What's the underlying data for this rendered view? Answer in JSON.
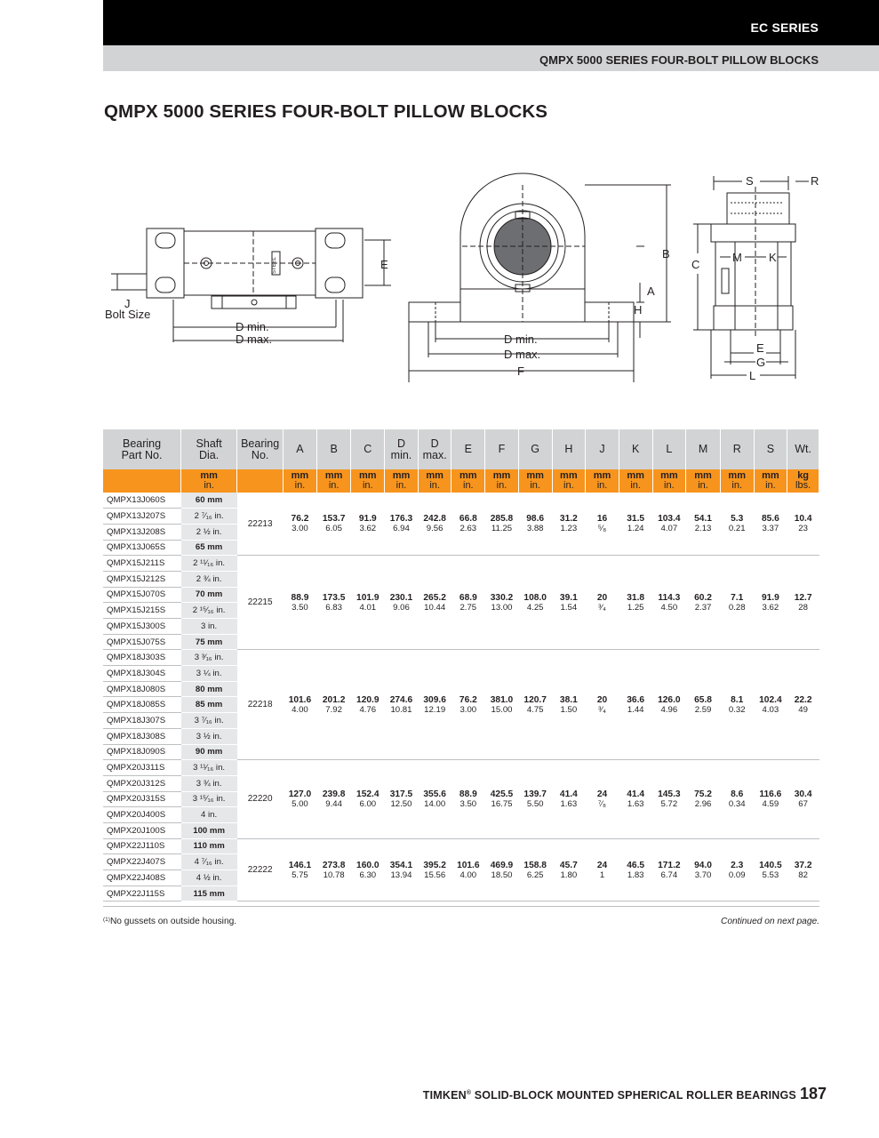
{
  "header": {
    "series_label": "EC SERIES",
    "sub_label": "QMPX 5000 SERIES FOUR-BOLT PILLOW BLOCKS"
  },
  "page_title": "QMPX 5000 SERIES FOUR-BOLT PILLOW BLOCKS",
  "drawing_labels": {
    "j": "J",
    "bolt_size": "Bolt Size",
    "d_min": "D min.",
    "d_max": "D max.",
    "e": "E",
    "steel": "STEEL",
    "b": "B",
    "a": "A",
    "h": "H",
    "f": "F",
    "s": "S",
    "r": "R",
    "c": "C",
    "m": "M",
    "k": "K",
    "g": "G",
    "l": "L"
  },
  "table": {
    "headers": [
      {
        "label": "Bearing Part No.",
        "lines": [
          "Bearing",
          "Part No."
        ]
      },
      {
        "label": "Shaft Dia.",
        "lines": [
          "Shaft",
          "Dia."
        ]
      },
      {
        "label": "Bearing No.",
        "lines": [
          "Bearing",
          "No."
        ]
      },
      {
        "label": "A",
        "lines": [
          "A"
        ]
      },
      {
        "label": "B",
        "lines": [
          "B"
        ]
      },
      {
        "label": "C",
        "lines": [
          "C"
        ]
      },
      {
        "label": "D min.",
        "lines": [
          "D",
          "min."
        ]
      },
      {
        "label": "D max.",
        "lines": [
          "D",
          "max."
        ]
      },
      {
        "label": "E",
        "lines": [
          "E"
        ]
      },
      {
        "label": "F",
        "lines": [
          "F"
        ]
      },
      {
        "label": "G",
        "lines": [
          "G"
        ]
      },
      {
        "label": "H",
        "lines": [
          "H"
        ]
      },
      {
        "label": "J",
        "lines": [
          "J"
        ]
      },
      {
        "label": "K",
        "lines": [
          "K"
        ]
      },
      {
        "label": "L",
        "lines": [
          "L"
        ]
      },
      {
        "label": "M",
        "lines": [
          "M"
        ]
      },
      {
        "label": "R",
        "lines": [
          "R"
        ]
      },
      {
        "label": "S",
        "lines": [
          "S"
        ]
      },
      {
        "label": "Wt.",
        "lines": [
          "Wt."
        ]
      }
    ],
    "units": [
      [
        "",
        ""
      ],
      [
        "mm",
        "in."
      ],
      [
        "",
        ""
      ],
      [
        "mm",
        "in."
      ],
      [
        "mm",
        "in."
      ],
      [
        "mm",
        "in."
      ],
      [
        "mm",
        "in."
      ],
      [
        "mm",
        "in."
      ],
      [
        "mm",
        "in."
      ],
      [
        "mm",
        "in."
      ],
      [
        "mm",
        "in."
      ],
      [
        "mm",
        "in."
      ],
      [
        "mm",
        "in."
      ],
      [
        "mm",
        "in."
      ],
      [
        "mm",
        "in."
      ],
      [
        "mm",
        "in."
      ],
      [
        "mm",
        "in."
      ],
      [
        "mm",
        "in."
      ],
      [
        "kg",
        "lbs."
      ]
    ],
    "groups": [
      {
        "bearing_no": "22213",
        "rows": [
          {
            "part": "QMPX13J060S",
            "shaft": "60 mm",
            "bold": true
          },
          {
            "part": "QMPX13J207S",
            "shaft": "2 ⁷⁄₁₆ in.",
            "bold": false
          },
          {
            "part": "QMPX13J208S",
            "shaft": "2 ½ in.",
            "bold": false
          },
          {
            "part": "QMPX13J065S",
            "shaft": "65 mm",
            "bold": true
          }
        ],
        "dims": [
          [
            "76.2",
            "3.00"
          ],
          [
            "153.7",
            "6.05"
          ],
          [
            "91.9",
            "3.62"
          ],
          [
            "176.3",
            "6.94"
          ],
          [
            "242.8",
            "9.56"
          ],
          [
            "66.8",
            "2.63"
          ],
          [
            "285.8",
            "11.25"
          ],
          [
            "98.6",
            "3.88"
          ],
          [
            "31.2",
            "1.23"
          ],
          [
            "16",
            "⁵⁄₈"
          ],
          [
            "31.5",
            "1.24"
          ],
          [
            "103.4",
            "4.07"
          ],
          [
            "54.1",
            "2.13"
          ],
          [
            "5.3",
            "0.21"
          ],
          [
            "85.6",
            "3.37"
          ],
          [
            "10.4",
            "23"
          ]
        ]
      },
      {
        "bearing_no": "22215",
        "rows": [
          {
            "part": "QMPX15J211S",
            "shaft": "2 ¹¹⁄₁₆ in.",
            "bold": false
          },
          {
            "part": "QMPX15J212S",
            "shaft": "2 ¾ in.",
            "bold": false
          },
          {
            "part": "QMPX15J070S",
            "shaft": "70 mm",
            "bold": true
          },
          {
            "part": "QMPX15J215S",
            "shaft": "2 ¹⁵⁄₁₆ in.",
            "bold": false
          },
          {
            "part": "QMPX15J300S",
            "shaft": "3 in.",
            "bold": false
          },
          {
            "part": "QMPX15J075S",
            "shaft": "75 mm",
            "bold": true
          }
        ],
        "dims": [
          [
            "88.9",
            "3.50"
          ],
          [
            "173.5",
            "6.83"
          ],
          [
            "101.9",
            "4.01"
          ],
          [
            "230.1",
            "9.06"
          ],
          [
            "265.2",
            "10.44"
          ],
          [
            "68.9",
            "2.75"
          ],
          [
            "330.2",
            "13.00"
          ],
          [
            "108.0",
            "4.25"
          ],
          [
            "39.1",
            "1.54"
          ],
          [
            "20",
            "³⁄₄"
          ],
          [
            "31.8",
            "1.25"
          ],
          [
            "114.3",
            "4.50"
          ],
          [
            "60.2",
            "2.37"
          ],
          [
            "7.1",
            "0.28"
          ],
          [
            "91.9",
            "3.62"
          ],
          [
            "12.7",
            "28"
          ]
        ]
      },
      {
        "bearing_no": "22218",
        "rows": [
          {
            "part": "QMPX18J303S",
            "shaft": "3 ³⁄₁₆ in.",
            "bold": false
          },
          {
            "part": "QMPX18J304S",
            "shaft": "3 ¼ in.",
            "bold": false
          },
          {
            "part": "QMPX18J080S",
            "shaft": "80 mm",
            "bold": true
          },
          {
            "part": "QMPX18J085S",
            "shaft": "85 mm",
            "bold": true
          },
          {
            "part": "QMPX18J307S",
            "shaft": "3 ⁷⁄₁₆ in.",
            "bold": false
          },
          {
            "part": "QMPX18J308S",
            "shaft": "3 ½ in.",
            "bold": false
          },
          {
            "part": "QMPX18J090S",
            "shaft": "90 mm",
            "bold": true
          }
        ],
        "dims": [
          [
            "101.6",
            "4.00"
          ],
          [
            "201.2",
            "7.92"
          ],
          [
            "120.9",
            "4.76"
          ],
          [
            "274.6",
            "10.81"
          ],
          [
            "309.6",
            "12.19"
          ],
          [
            "76.2",
            "3.00"
          ],
          [
            "381.0",
            "15.00"
          ],
          [
            "120.7",
            "4.75"
          ],
          [
            "38.1",
            "1.50"
          ],
          [
            "20",
            "³⁄₄"
          ],
          [
            "36.6",
            "1.44"
          ],
          [
            "126.0",
            "4.96"
          ],
          [
            "65.8",
            "2.59"
          ],
          [
            "8.1",
            "0.32"
          ],
          [
            "102.4",
            "4.03"
          ],
          [
            "22.2",
            "49"
          ]
        ]
      },
      {
        "bearing_no": "22220",
        "rows": [
          {
            "part": "QMPX20J311S",
            "shaft": "3 ¹¹⁄₁₆ in.",
            "bold": false
          },
          {
            "part": "QMPX20J312S",
            "shaft": "3 ¾ in.",
            "bold": false
          },
          {
            "part": "QMPX20J315S",
            "shaft": "3 ¹⁵⁄₁₆ in.",
            "bold": false
          },
          {
            "part": "QMPX20J400S",
            "shaft": "4 in.",
            "bold": false
          },
          {
            "part": "QMPX20J100S",
            "shaft": "100 mm",
            "bold": true
          }
        ],
        "dims": [
          [
            "127.0",
            "5.00"
          ],
          [
            "239.8",
            "9.44"
          ],
          [
            "152.4",
            "6.00"
          ],
          [
            "317.5",
            "12.50"
          ],
          [
            "355.6",
            "14.00"
          ],
          [
            "88.9",
            "3.50"
          ],
          [
            "425.5",
            "16.75"
          ],
          [
            "139.7",
            "5.50"
          ],
          [
            "41.4",
            "1.63"
          ],
          [
            "24",
            "⁷⁄₈"
          ],
          [
            "41.4",
            "1.63"
          ],
          [
            "145.3",
            "5.72"
          ],
          [
            "75.2",
            "2.96"
          ],
          [
            "8.6",
            "0.34"
          ],
          [
            "116.6",
            "4.59"
          ],
          [
            "30.4",
            "67"
          ]
        ]
      },
      {
        "bearing_no": "22222",
        "rows": [
          {
            "part": "QMPX22J110S",
            "shaft": "110 mm",
            "bold": true
          },
          {
            "part": "QMPX22J407S",
            "shaft": "4 ⁷⁄₁₆ in.",
            "bold": false
          },
          {
            "part": "QMPX22J408S",
            "shaft": "4 ½ in.",
            "bold": false
          },
          {
            "part": "QMPX22J115S",
            "shaft": "115 mm",
            "bold": true
          }
        ],
        "dims": [
          [
            "146.1",
            "5.75"
          ],
          [
            "273.8",
            "10.78"
          ],
          [
            "160.0",
            "6.30"
          ],
          [
            "354.1",
            "13.94"
          ],
          [
            "395.2",
            "15.56"
          ],
          [
            "101.6",
            "4.00"
          ],
          [
            "469.9",
            "18.50"
          ],
          [
            "158.8",
            "6.25"
          ],
          [
            "45.7",
            "1.80"
          ],
          [
            "24",
            "1"
          ],
          [
            "46.5",
            "1.83"
          ],
          [
            "171.2",
            "6.74"
          ],
          [
            "94.0",
            "3.70"
          ],
          [
            "2.3",
            "0.09"
          ],
          [
            "140.5",
            "5.53"
          ],
          [
            "37.2",
            "82"
          ]
        ]
      }
    ]
  },
  "footnote": {
    "marker": "(1)",
    "text": "No gussets on outside housing."
  },
  "continued": "Continued on next page.",
  "page_footer": {
    "brand": "TIMKEN",
    "reg": "®",
    "text": " SOLID-BLOCK MOUNTED SPHERICAL ROLLER BEARINGS",
    "page_number": "187"
  }
}
